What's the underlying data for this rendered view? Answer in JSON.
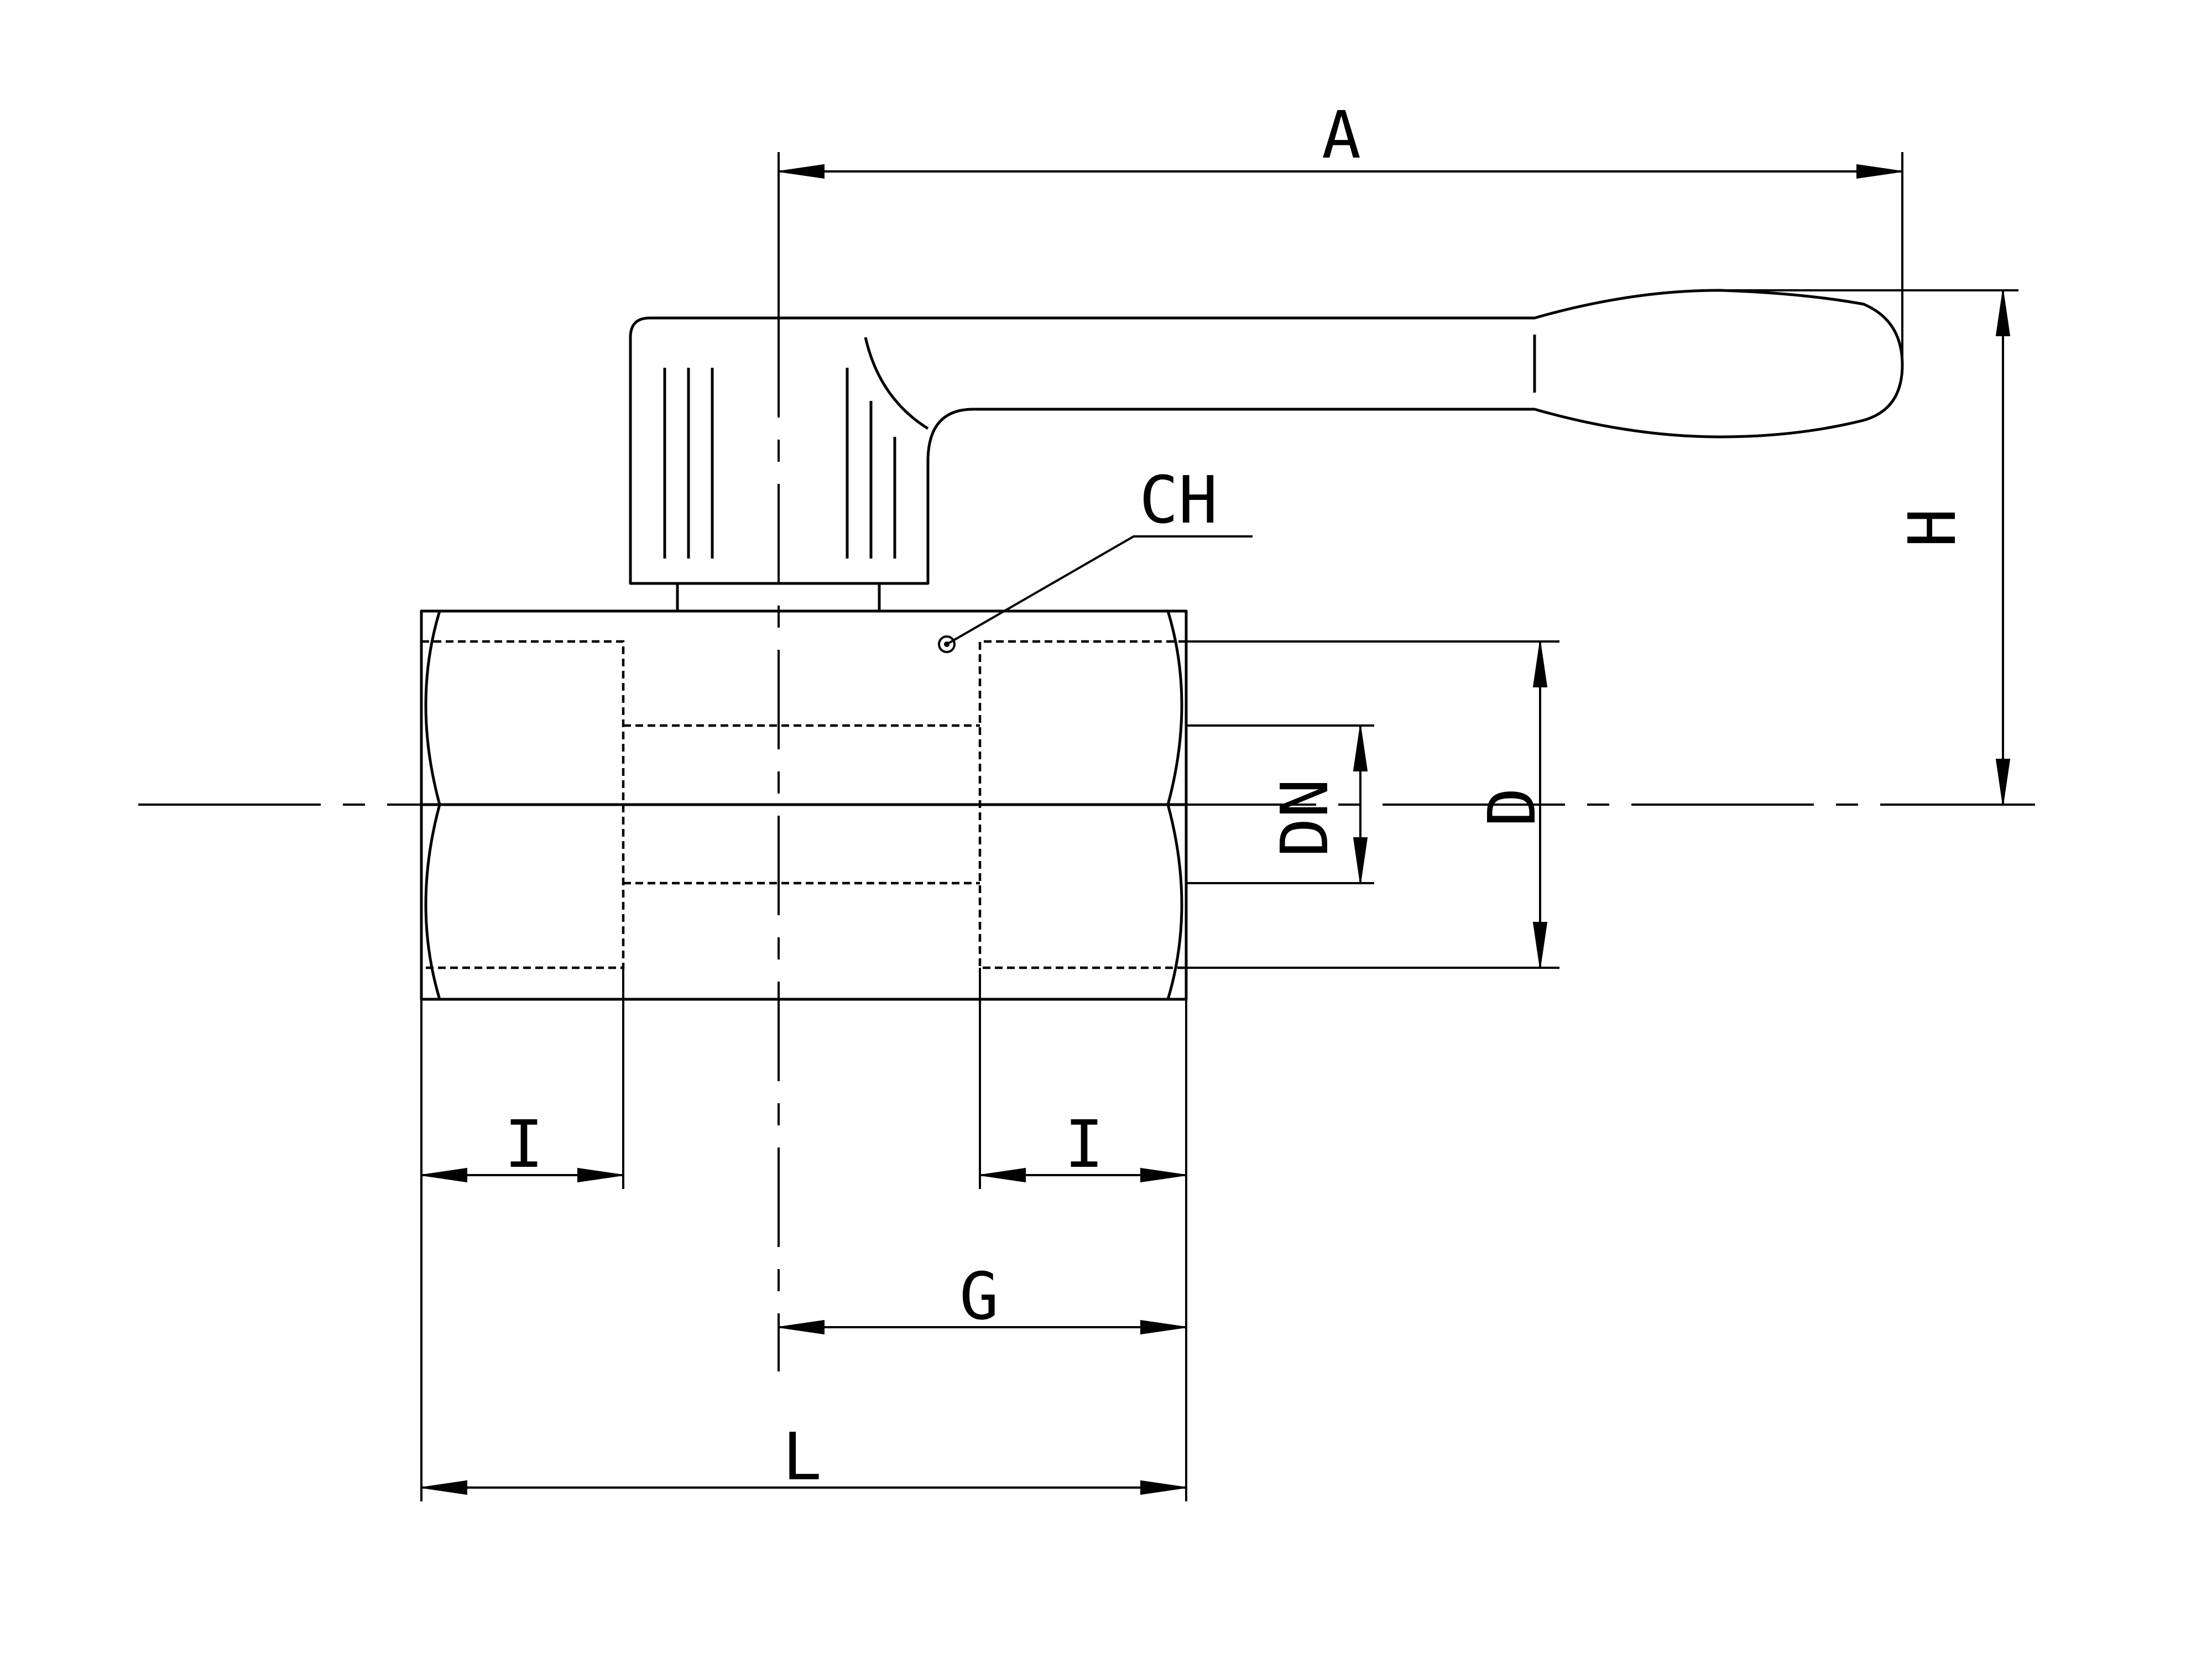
{
  "labels": {
    "A": "A",
    "H": "H",
    "CH": "CH",
    "DN": "DN",
    "D": "D",
    "I_left": "I",
    "I_right": "I",
    "G": "G",
    "L": "L"
  }
}
